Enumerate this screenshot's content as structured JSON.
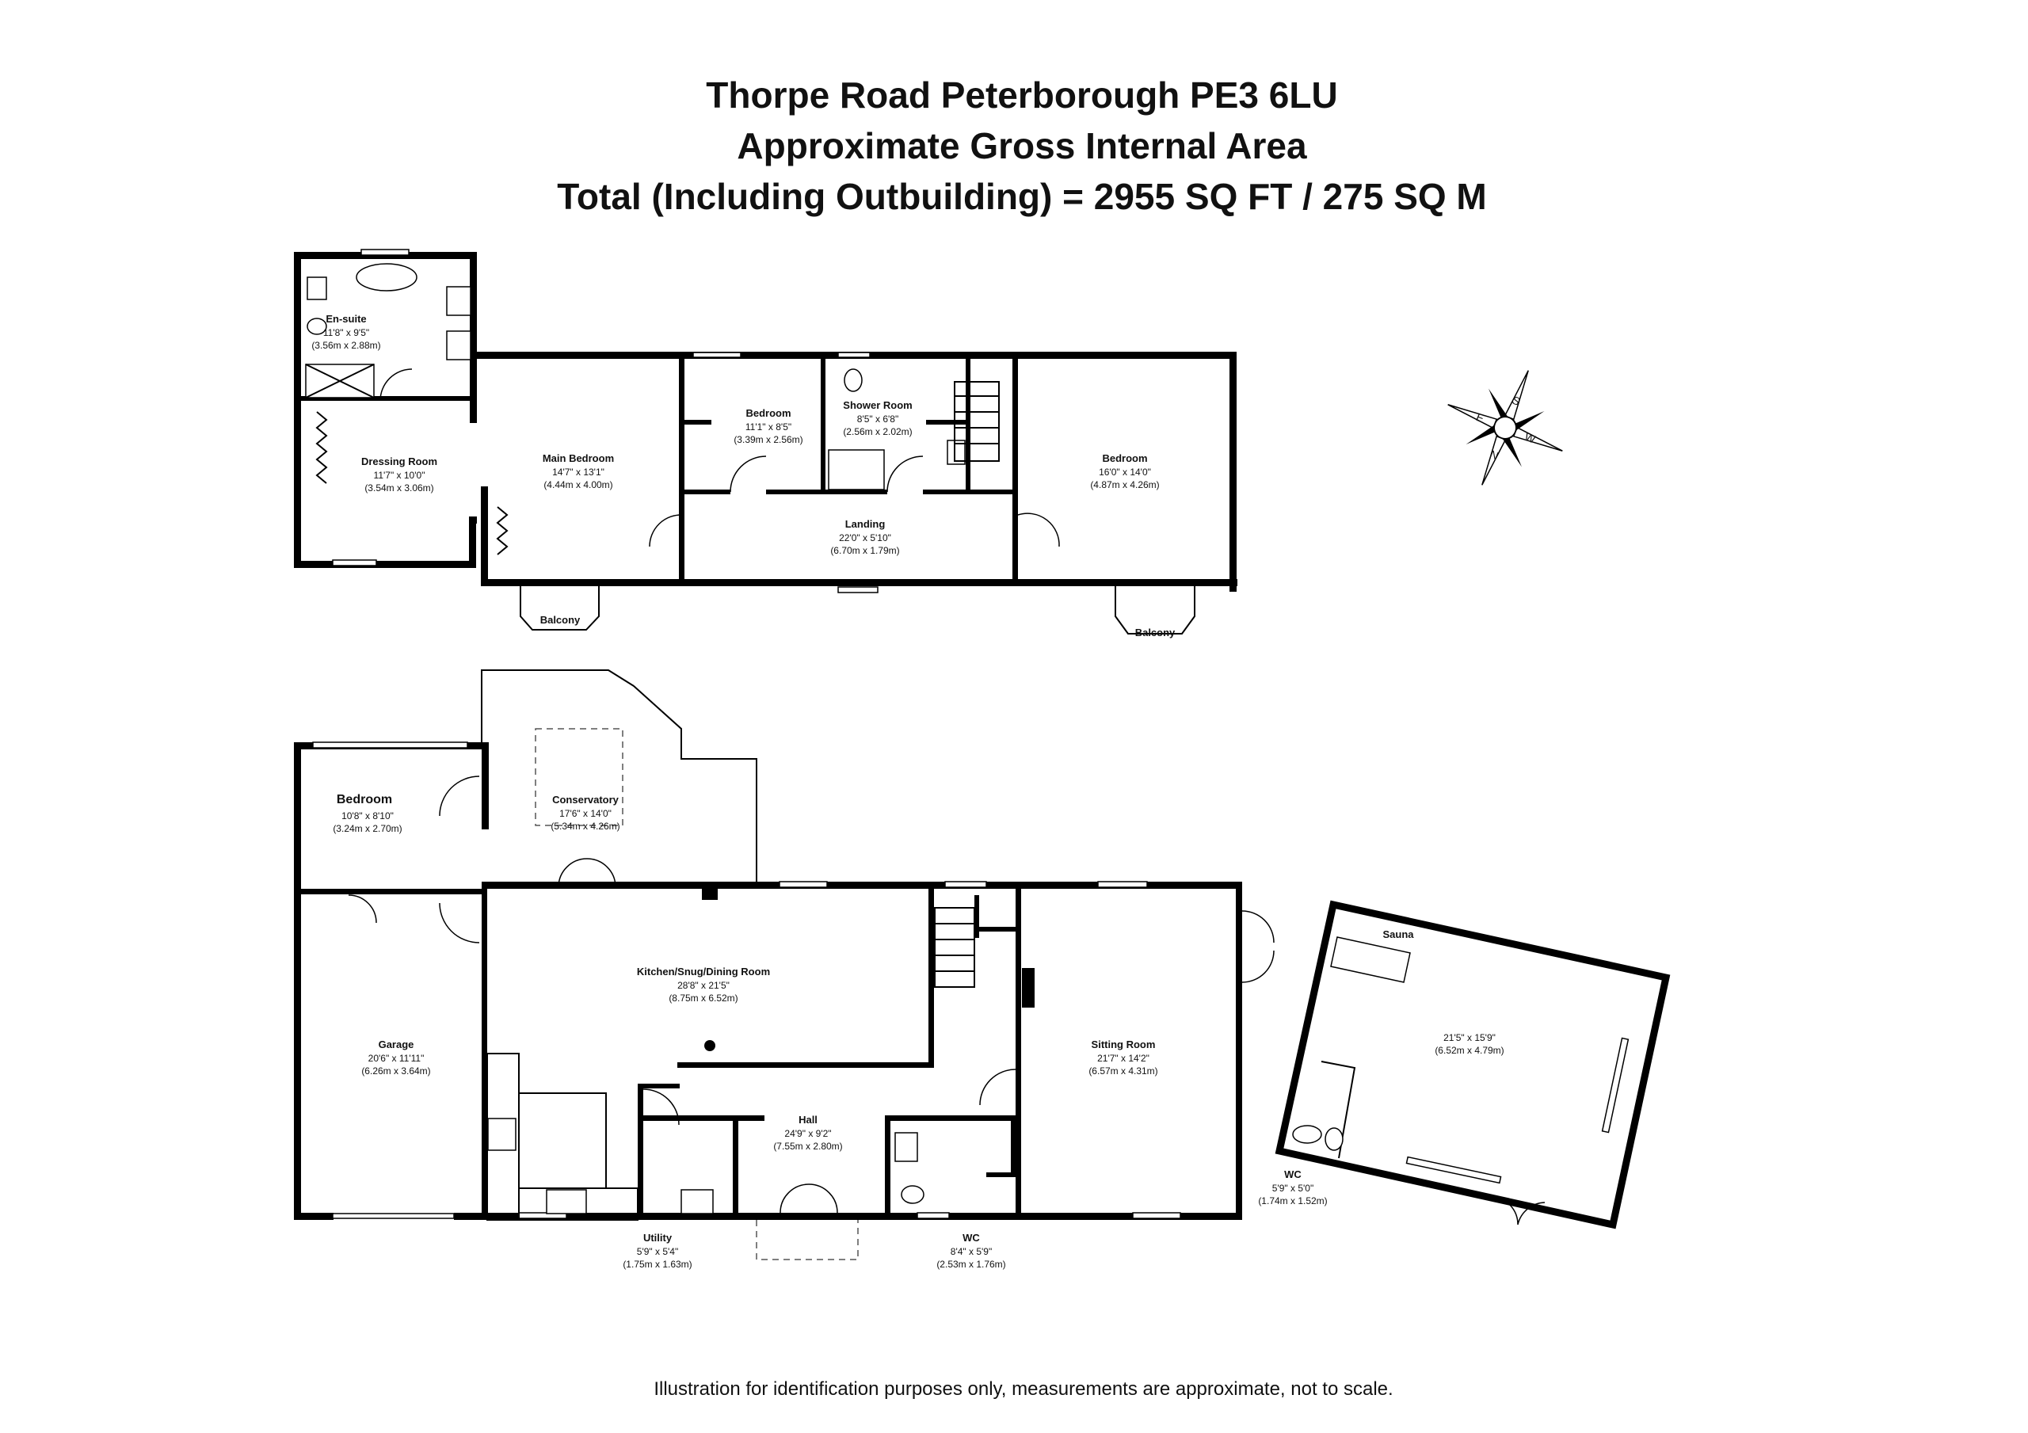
{
  "title": {
    "line1": "Thorpe Road Peterborough PE3 6LU",
    "line2": "Approximate Gross Internal Area",
    "line3": "Total (Including Outbuilding) = 2955 SQ FT / 275 SQ M"
  },
  "footer": "Illustration for identification purposes only, measurements are approximate, not to scale.",
  "compass": {
    "s": "S",
    "w": "W",
    "e": "E",
    "n": "N"
  },
  "first_floor": {
    "ensuite": {
      "name": "En-suite",
      "imperial": "11'8\" x 9'5\"",
      "metric": "(3.56m x 2.88m)"
    },
    "dressing": {
      "name": "Dressing Room",
      "imperial": "11'7\" x 10'0\"",
      "metric": "(3.54m x 3.06m)"
    },
    "main_bedroom": {
      "name": "Main Bedroom",
      "imperial": "14'7\" x 13'1\"",
      "metric": "(4.44m x 4.00m)"
    },
    "bedroom_small": {
      "name": "Bedroom",
      "imperial": "11'1\" x 8'5\"",
      "metric": "(3.39m x 2.56m)"
    },
    "shower": {
      "name": "Shower Room",
      "imperial": "8'5\" x 6'8\"",
      "metric": "(2.56m x 2.02m)"
    },
    "bedroom_right": {
      "name": "Bedroom",
      "imperial": "16'0\" x 14'0\"",
      "metric": "(4.87m x 4.26m)"
    },
    "landing": {
      "name": "Landing",
      "imperial": "22'0\" x 5'10\"",
      "metric": "(6.70m x 1.79m)"
    },
    "balcony_left": "Balcony",
    "balcony_right": "Balcony"
  },
  "ground_floor": {
    "bedroom": {
      "name": "Bedroom",
      "imperial": "10'8\" x 8'10\"",
      "metric": "(3.24m x 2.70m)"
    },
    "conservatory": {
      "name": "Conservatory",
      "imperial": "17'6\" x 14'0\"",
      "metric": "(5.34m x 4.26m)"
    },
    "garage": {
      "name": "Garage",
      "imperial": "20'6\" x 11'11\"",
      "metric": "(6.26m x 3.64m)"
    },
    "kitchen": {
      "name": "Kitchen/Snug/Dining Room",
      "imperial": "28'8\" x 21'5\"",
      "metric": "(8.75m x 6.52m)"
    },
    "hall": {
      "name": "Hall",
      "imperial": "24'9\" x 9'2\"",
      "metric": "(7.55m x 2.80m)"
    },
    "sitting": {
      "name": "Sitting Room",
      "imperial": "21'7\" x 14'2\"",
      "metric": "(6.57m x 4.31m)"
    },
    "utility": {
      "name": "Utility",
      "imperial": "5'9\" x 5'4\"",
      "metric": "(1.75m x 1.63m)"
    },
    "wc": {
      "name": "WC",
      "imperial": "8'4\" x 5'9\"",
      "metric": "(2.53m x 1.76m)"
    }
  },
  "outbuilding": {
    "sauna": "Sauna",
    "main": {
      "imperial": "21'5\" x 15'9\"",
      "metric": "(6.52m x 4.79m)"
    },
    "wc": {
      "name": "WC",
      "imperial": "5'9\" x 5'0\"",
      "metric": "(1.74m x 1.52m)"
    }
  }
}
